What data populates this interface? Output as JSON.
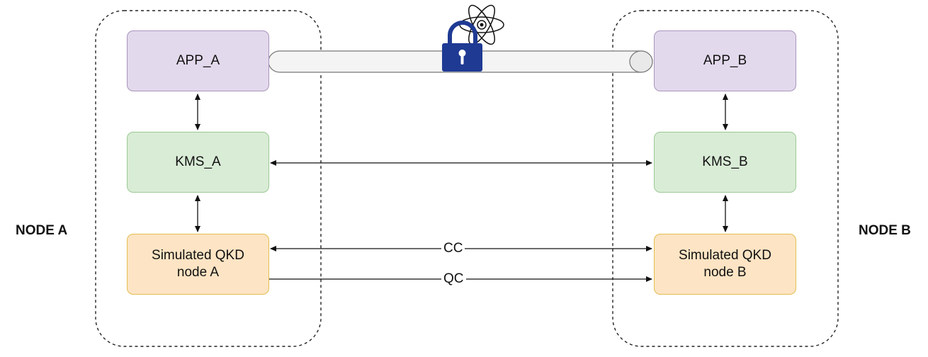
{
  "node_a": {
    "label": "NODE A",
    "app": "APP_A",
    "kms": "KMS_A",
    "qkd_line1": "Simulated QKD",
    "qkd_line2": "node A"
  },
  "node_b": {
    "label": "NODE B",
    "app": "APP_B",
    "kms": "KMS_B",
    "qkd_line1": "Simulated QKD",
    "qkd_line2": "node B"
  },
  "links": {
    "classical_channel": "CC",
    "quantum_channel": "QC"
  },
  "icons": {
    "secure_channel": "secure-tunnel-pipe",
    "lock": "padlock-icon",
    "atom": "atom-icon"
  },
  "colors": {
    "app_fill": "#e3d9ec",
    "kms_fill": "#d9ecd6",
    "qkd_fill": "#fde4c4",
    "lock_blue": "#1f3a93"
  }
}
